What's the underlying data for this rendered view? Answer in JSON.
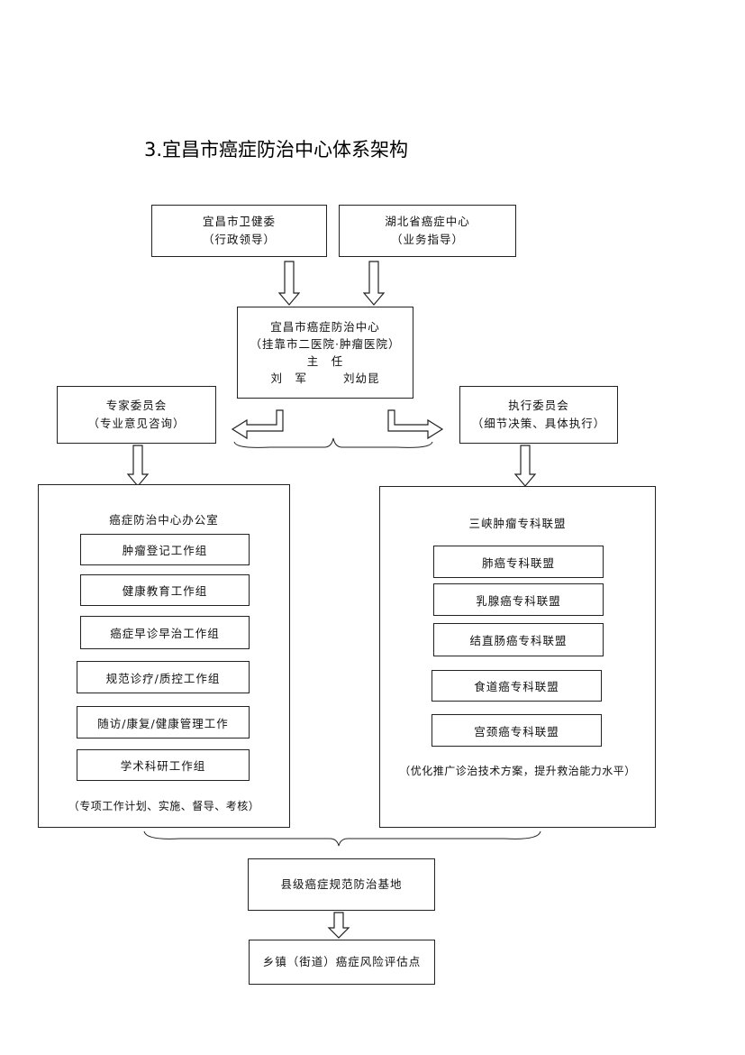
{
  "title": "3.宜昌市癌症防治中心体系架构",
  "top_left": {
    "line1": "宜昌市卫健委",
    "line2": "（行政领导）"
  },
  "top_right": {
    "line1": "湖北省癌症中心",
    "line2": "（业务指导）"
  },
  "center": {
    "line1": "宜昌市癌症防治中心",
    "line2": "（挂靠市二医院·肿瘤医院）",
    "line3": "主　任",
    "names": [
      "刘　军",
      "刘幼昆"
    ]
  },
  "expert_committee": {
    "line1": "专家委员会",
    "line2": "（专业意见咨询）"
  },
  "exec_committee": {
    "line1": "执行委员会",
    "line2": "（细节决策、具体执行）"
  },
  "office": {
    "title": "癌症防治中心办公室",
    "groups": [
      "肿瘤登记工作组",
      "健康教育工作组",
      "癌症早诊早治工作组",
      "规范诊疗/质控工作组",
      "随访/康复/健康管理工作",
      "学术科研工作组"
    ],
    "note": "（专项工作计划、实施、督导、考核）"
  },
  "alliance": {
    "title": "三峡肿瘤专科联盟",
    "groups": [
      "肺癌专科联盟",
      "乳腺癌专科联盟",
      "结直肠癌专科联盟",
      "食道癌专科联盟",
      "宫颈癌专科联盟"
    ],
    "note": "（优化推广诊治技术方案，提升救治能力水平）"
  },
  "county_base": "县级癌症规范防治基地",
  "town_point": "乡镇（街道）癌症风险评估点"
}
